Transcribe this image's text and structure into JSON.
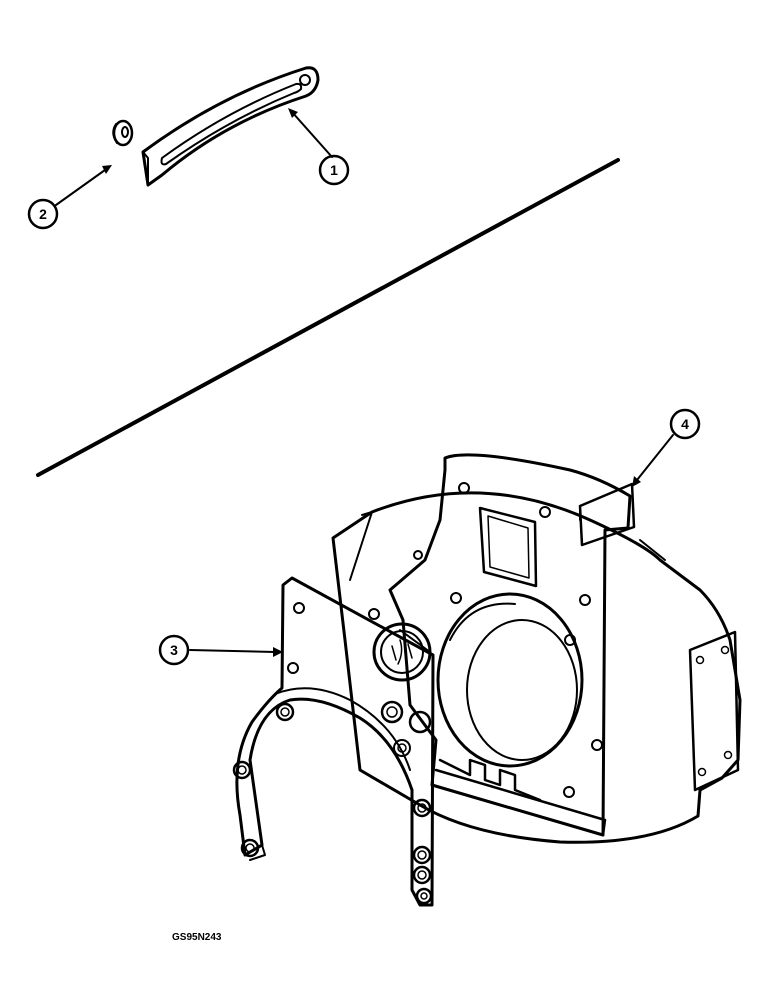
{
  "callouts": [
    {
      "id": "1",
      "label": "1",
      "part": "slotted-bracket"
    },
    {
      "id": "2",
      "label": "2",
      "part": "washer"
    },
    {
      "id": "3",
      "label": "3",
      "part": "adapter-plate"
    },
    {
      "id": "4",
      "label": "4",
      "part": "flywheel-housing"
    }
  ],
  "drawing_code": "GS95N243",
  "colors": {
    "ink": "#000000",
    "background": "#ffffff"
  }
}
